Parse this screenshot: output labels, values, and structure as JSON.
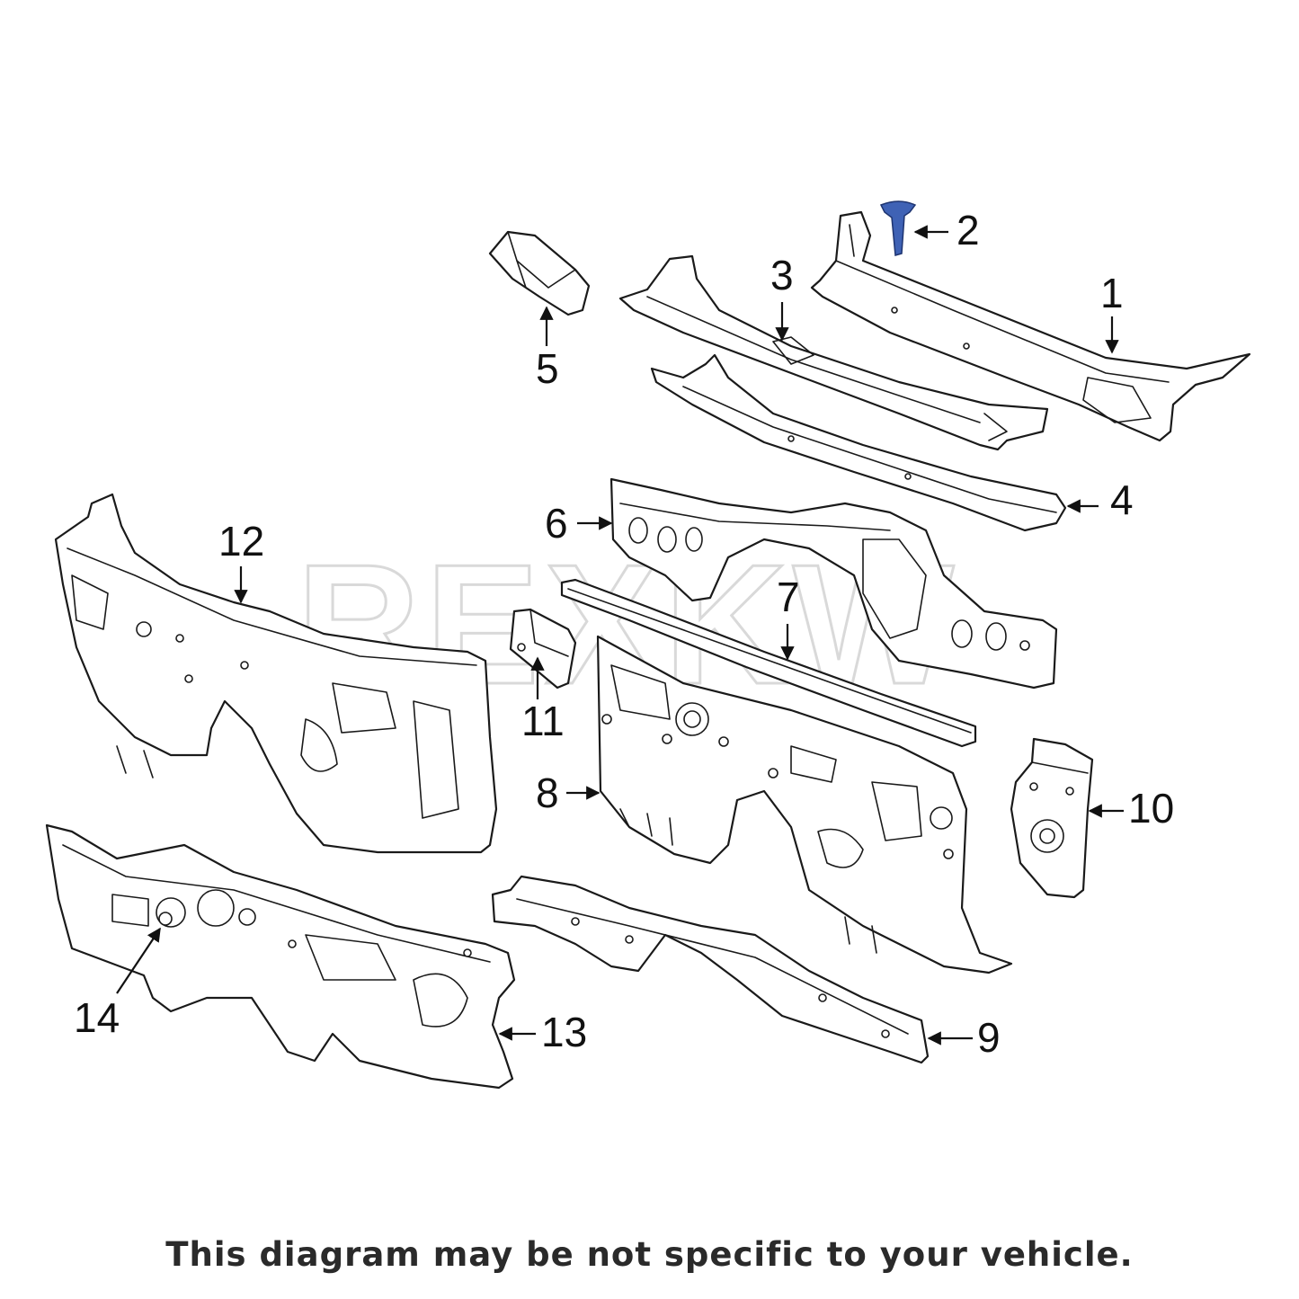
{
  "watermark": "REXKW",
  "disclaimer": "This diagram may be not specific to your vehicle.",
  "highlight_color": "#3f62b5",
  "callouts": {
    "c1": "1",
    "c2": "2",
    "c3": "3",
    "c4": "4",
    "c5": "5",
    "c6": "6",
    "c7": "7",
    "c8": "8",
    "c9": "9",
    "c10": "10",
    "c11": "11",
    "c12": "12",
    "c13": "13",
    "c14": "14"
  }
}
